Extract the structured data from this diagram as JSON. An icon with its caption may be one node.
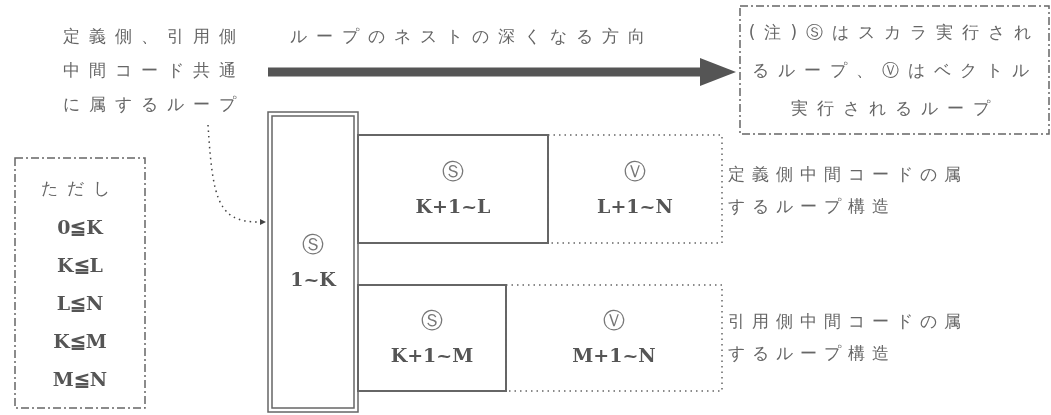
{
  "diagram": {
    "nodes": [
      {
        "text": [
          "定義側、引用側中間コード共通に属するループ"
        ]
      },
      {
        "text": [
          "ただし",
          "0≦K",
          "K≦L",
          "L≦N",
          "K≦M",
          "M≦N"
        ]
      },
      {
        "text": [
          "(注)Ⓢはスカラ実行されるループ、Ⓥはベクトル実行されるループ"
        ]
      },
      {
        "text": [
          "Ⓢ",
          "1~K"
        ]
      },
      {
        "text": [
          "Ⓢ",
          "K+1~L"
        ]
      },
      {
        "text": [
          "Ⓥ",
          "L+1~N"
        ]
      },
      {
        "text": [
          "Ⓢ",
          "K+1~M"
        ]
      },
      {
        "text": [
          "Ⓥ",
          "M+1~N"
        ]
      }
    ],
    "edges": [
      {
        "from": 0,
        "to": 3,
        "arrow": "to",
        "style": "dashed"
      }
    ],
    "labels": [
      "ループのネストの深くなる方向",
      "定義側中間コードの属するループ構造",
      "引用側中間コードの属するループ構造"
    ]
  }
}
